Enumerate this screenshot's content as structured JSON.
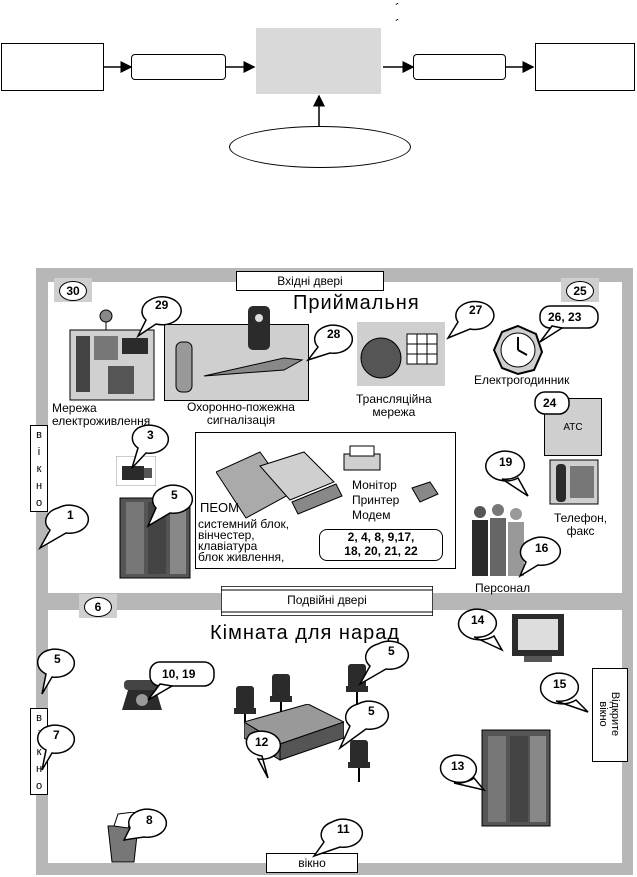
{
  "top_diagram": {
    "marks": "´   ´"
  },
  "plan": {
    "rooms": {
      "reception_title": "Приймальня",
      "meeting_title": "Кімната для нарад"
    },
    "doors": {
      "entrance": "Вхідні двері",
      "double": "Подвійні двері"
    },
    "windows": {
      "left_top": [
        "в",
        "і",
        "к",
        "н",
        "о"
      ],
      "left_bottom": [
        "в",
        "і",
        "к",
        "н",
        "о"
      ],
      "bottom": "вікно",
      "open_line1": "Відкрите",
      "open_line2": "вікно"
    },
    "labels": {
      "power_1": "Мережа",
      "power_2": "електроживлення",
      "alarm_1": "Охоронно-пожежна",
      "alarm_2": "сигналізація",
      "broadcast_1": "Трансляційна",
      "broadcast_2": "мережа",
      "clock": "Електрогодинник",
      "atc": "АТС",
      "phone_1": "Телефон,",
      "phone_2": "факс",
      "staff": "Персонал",
      "pc": "ПЕОМ",
      "pc_parts_1": "системний блок,",
      "pc_parts_2": "вінчестер,",
      "pc_parts_3": "клавіатура",
      "pc_parts_4": "блок живлення,",
      "monitor": "Монітор",
      "printer": "Принтер",
      "modem": "Модем",
      "pc_threats_1": "2, 4, 8,  9,17,",
      "pc_threats_2": "18, 20, 21, 22"
    },
    "numbers": {
      "n30": "30",
      "n25": "25",
      "n29": "29",
      "n28": "28",
      "n27": "27",
      "n2623": "26, 23",
      "n24": "24",
      "n3": "3",
      "n5a": "5",
      "n1": "1",
      "n19": "19",
      "n16": "16",
      "n6": "6",
      "n14": "14",
      "n5b": "5",
      "n1019": "10, 19",
      "n5c": "5",
      "n15": "15",
      "n7": "7",
      "n12": "12",
      "n5d": "5",
      "n13": "13",
      "n8": "8",
      "n11": "11"
    }
  },
  "colors": {
    "wall": "#b7b7b7",
    "device_fill": "#cfcfcf",
    "dark": "#2b2b2b"
  }
}
